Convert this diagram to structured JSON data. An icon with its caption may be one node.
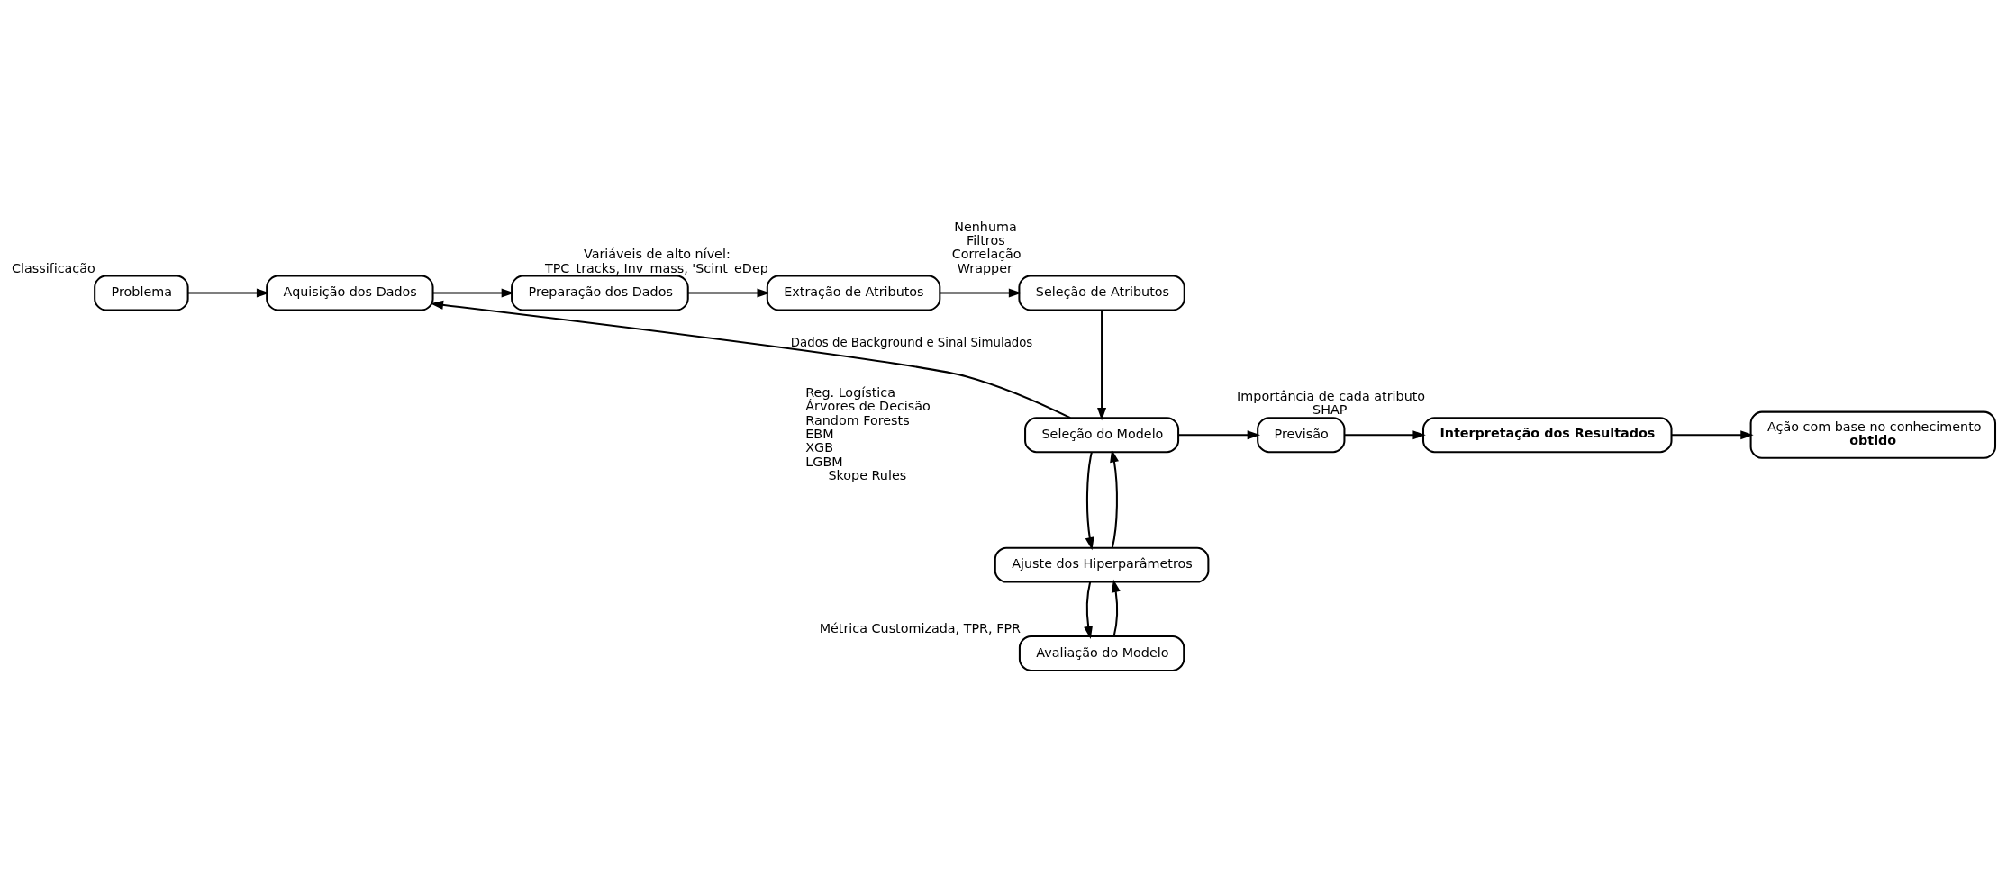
{
  "diagram": {
    "nodes": [
      {
        "text": [
          "Problema"
        ],
        "beside": [
          "Classificação"
        ]
      },
      {
        "text": [
          "Aquisição dos Dados"
        ]
      },
      {
        "text": [
          "Preparação dos Dados"
        ]
      },
      {
        "text": [
          "Extração de Atributos"
        ],
        "beside": [
          "Variáveis de alto nível:",
          "TPC_tracks, Inv_mass, 'Scint_eDep"
        ]
      },
      {
        "text": [
          "Seleção de Atributos"
        ],
        "beside": [
          "Nenhuma",
          "Filtros",
          "Correlação",
          "Wrapper"
        ]
      },
      {
        "text": [
          "Seleção do Modelo"
        ]
      },
      {
        "text": [
          "Previsão"
        ]
      },
      {
        "text": [
          "Interpretação dos Resultados"
        ],
        "beside": [
          "Importância de cada atributo",
          "SHAP"
        ]
      },
      {
        "text": [
          "Ação com base no conhecimento **obtido**"
        ]
      },
      {
        "text": [
          "Ajuste dos Hiperparâmetros"
        ]
      },
      {
        "text": [
          "Avaliação do Modelo"
        ],
        "beside": [
          "Métrica Customizada, TPR, FPR"
        ]
      }
    ],
    "edges": [
      {
        "from": 0,
        "to": 1,
        "arrow": "to"
      },
      {
        "from": 1,
        "to": 2,
        "arrow": "to"
      },
      {
        "from": 2,
        "to": 3,
        "arrow": "to"
      },
      {
        "from": 3,
        "to": 4,
        "arrow": "to"
      },
      {
        "from": 4,
        "to": 5,
        "arrow": "to"
      },
      {
        "from": 5,
        "to": 1,
        "arrow": "to",
        "label": "Dados de Background e Sinal Simulados"
      },
      {
        "from": 5,
        "to": 6,
        "arrow": "to"
      },
      {
        "from": 6,
        "to": 7,
        "arrow": "to"
      },
      {
        "from": 7,
        "to": 8,
        "arrow": "to"
      },
      {
        "from": 5,
        "to": 9,
        "arrow": "to"
      },
      {
        "from": 9,
        "to": 5,
        "arrow": "to"
      },
      {
        "from": 9,
        "to": 10,
        "arrow": "to"
      },
      {
        "from": 10,
        "to": 9,
        "arrow": "to"
      }
    ],
    "labels": [
      "Reg. Logística",
      "Árvores de Decisão",
      "Random Forests",
      "EBM",
      "XGB",
      "LGBM",
      "Skope Rules"
    ]
  }
}
